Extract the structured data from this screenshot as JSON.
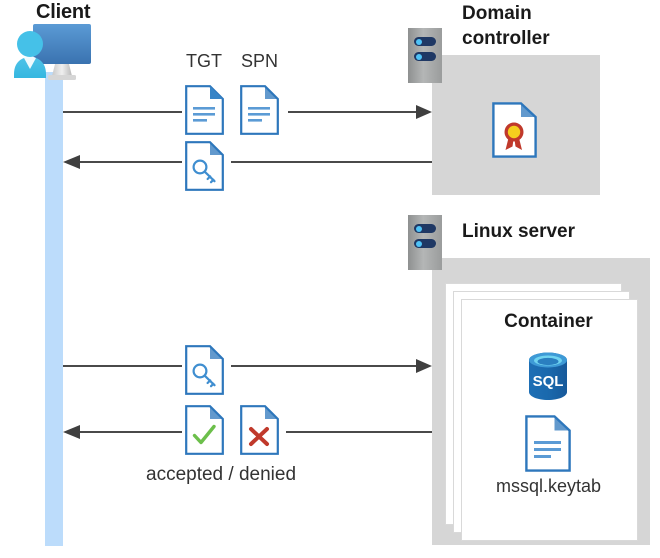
{
  "diagram": {
    "title": "Kerberos authentication flow between client, domain controller and Linux server container",
    "type": "sequence-diagram"
  },
  "actors": {
    "client": {
      "label": "Client",
      "icon": "client-computer-user-icon"
    },
    "domain_controller": {
      "label": "Domain controller",
      "label_line1": "Domain",
      "label_line2": "controller",
      "rack_icon": "server-rack-icon",
      "content_icon": "certificate-document-icon"
    },
    "linux_server": {
      "label": "Linux server",
      "rack_icon": "server-rack-icon",
      "container": {
        "label": "Container",
        "stack_count": 3,
        "items": [
          {
            "icon": "sql-database-icon",
            "label": "SQL"
          },
          {
            "icon": "keytab-document-icon",
            "label": "mssql.keytab"
          }
        ]
      }
    }
  },
  "messages": [
    {
      "id": "request",
      "direction": "client-to-dc",
      "arrow": "right",
      "labels": [
        "TGT",
        "SPN"
      ],
      "icons": [
        "document-icon",
        "document-icon"
      ]
    },
    {
      "id": "ticket-issued",
      "direction": "dc-to-client",
      "arrow": "left",
      "labels": [],
      "icons": [
        "key-document-icon"
      ]
    },
    {
      "id": "ticket-presented",
      "direction": "client-to-linux",
      "arrow": "right",
      "labels": [],
      "icons": [
        "key-document-icon"
      ]
    },
    {
      "id": "verdict",
      "direction": "linux-to-client",
      "arrow": "left",
      "labels": [
        "accepted / denied"
      ],
      "icons": [
        "check-document-icon",
        "cross-document-icon"
      ]
    }
  ],
  "labels": {
    "tgt": "TGT",
    "spn": "SPN",
    "accepted_denied": "accepted / denied",
    "container": "Container",
    "keytab": "mssql.keytab",
    "sql": "SQL",
    "domain_line1": "Domain",
    "domain_line2": "controller",
    "linux_server": "Linux server",
    "client": "Client"
  },
  "colors": {
    "lifeline": "#bcdcfb",
    "panel_gray": "#d6d6d6",
    "doc_blue": "#2e77bc",
    "accent_blue": "#1f6fc4",
    "check_green": "#6cbf4b",
    "cross_red": "#c0392b",
    "arrow_gray": "#4a4a4a",
    "sql_blue": "#1f6cb0",
    "rack_navy": "#1f3864",
    "led_blue": "#4fc3f7",
    "text_dark": "#1a1a1a",
    "cert_red": "#c0392b",
    "cert_yellow": "#f5cf1e"
  }
}
